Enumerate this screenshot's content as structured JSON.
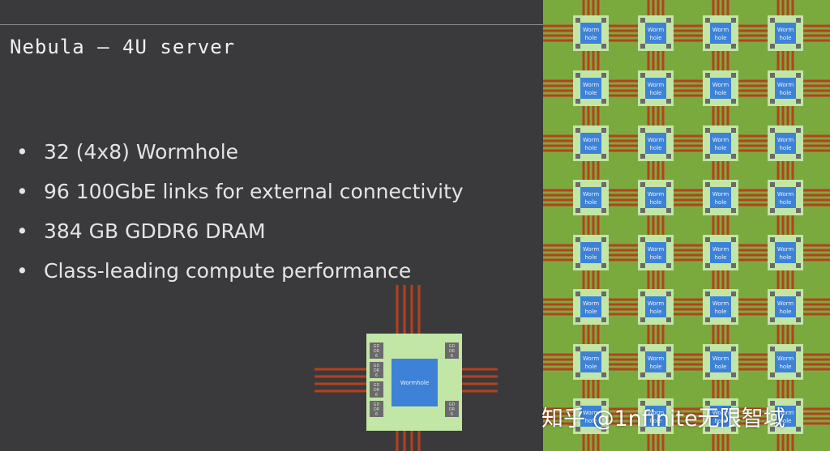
{
  "slide": {
    "title": "Nebula – 4U server",
    "bullets": [
      "32 (4x8) Wormhole",
      "96 100GbE links for external connectivity",
      "384 GB GDDR6 DRAM",
      "Class-leading compute performance"
    ]
  },
  "chip_label": "Wormhole",
  "grid_chip_label": [
    "Worm",
    "hole"
  ],
  "memory_label": [
    "GD",
    "DR",
    "6"
  ],
  "watermark": "知乎 @1nfinite无限智域",
  "colors": {
    "background": "#3a3a3c",
    "board": "#7aaa3e",
    "chip_pad": "#c2e6a6",
    "chip_core": "#3d82d6",
    "link": "#b8401e",
    "memory": "#6a6a6a"
  }
}
